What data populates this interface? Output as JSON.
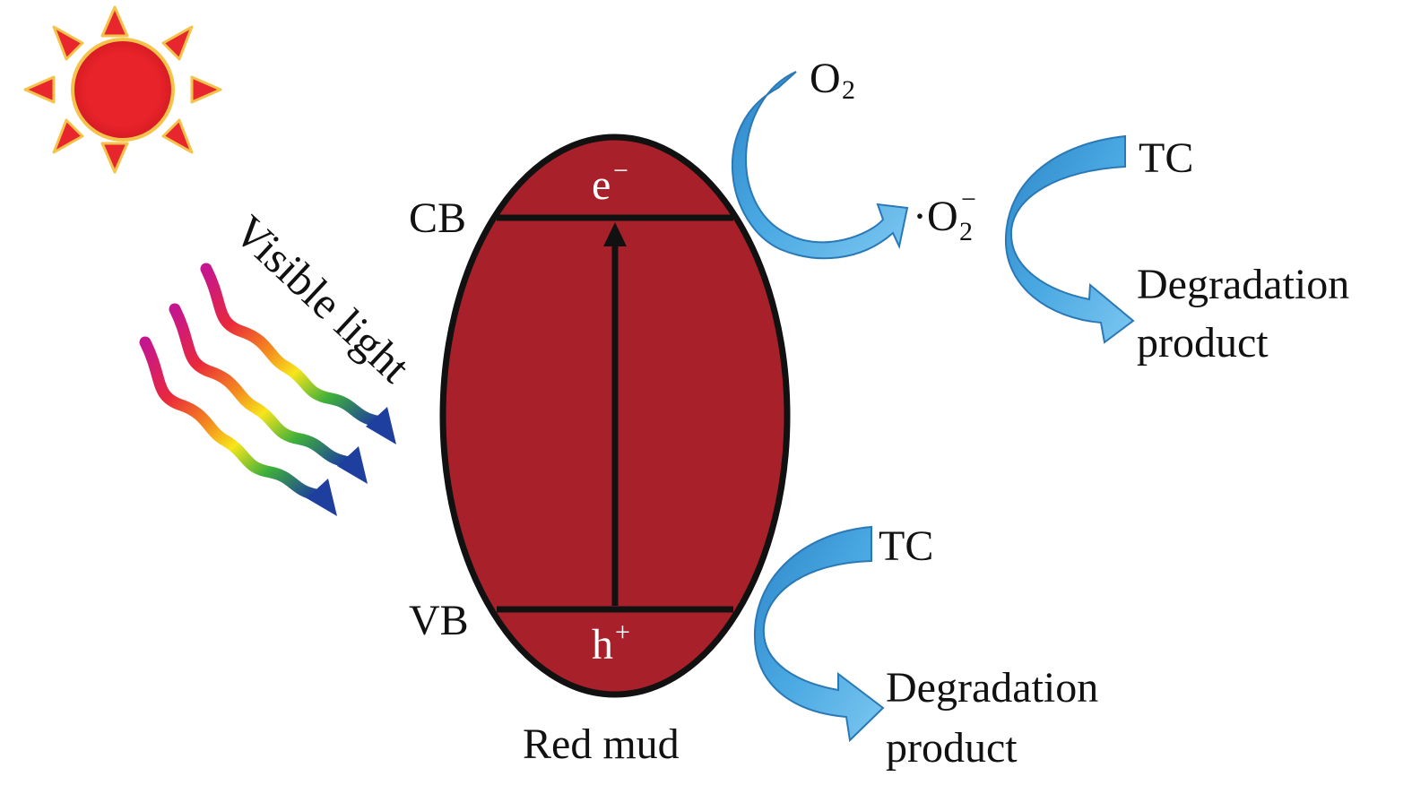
{
  "labels": {
    "visible_light": "Visible light",
    "cb": "CB",
    "vb": "VB",
    "electron": "e",
    "electron_sup": "−",
    "hole": "h",
    "hole_sup": "+",
    "red_mud": "Red mud",
    "o2_base": "O",
    "o2_sub": "2",
    "superoxide_dot": "·O",
    "superoxide_sub": "2",
    "superoxide_sup": "−",
    "tc_upper": "TC",
    "degradation_upper": "Degradation",
    "product_upper": "product",
    "tc_lower": "TC",
    "degradation_lower": "Degradation",
    "product_lower": "product"
  },
  "colors": {
    "particle_fill": "#a8212a",
    "particle_stroke": "#111111",
    "sun_fill": "#e8232a",
    "sun_ray": "#e8262d",
    "sun_glow": "#f5c24a",
    "arrow_blue": "#3a9ad9",
    "arrow_blue_light": "#6fc0ee"
  },
  "icons": [
    "sun-icon",
    "light-waves-icon"
  ]
}
